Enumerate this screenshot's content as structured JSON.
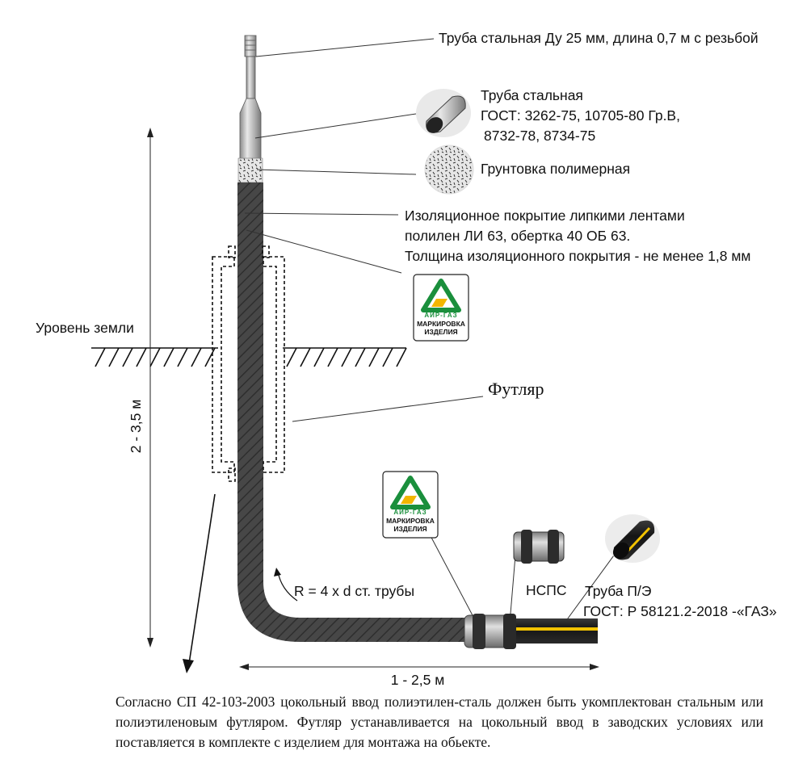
{
  "labels": {
    "thread_pipe": "Труба стальная Ду 25 мм, длина 0,7 м с резьбой",
    "steel_pipe": [
      "Труба стальная",
      "ГОСТ: 3262-75, 10705-80 Гр.В,",
      "8732-78, 8734-75"
    ],
    "primer": "Грунтовка полимерная",
    "insulation": [
      "Изоляционное покрытие липкими лентами",
      "полилен ЛИ 63, обертка 40 ОБ 63.",
      "Толщина изоляционного покрытия - не менее 1,8 мм"
    ],
    "ground_level": "Уровень земли",
    "casing": "Футляр",
    "depth": "2 - 3,5 м",
    "radius": "R = 4 x d ст. трубы",
    "connection": "НСПС",
    "pe_pipe": [
      "Труба П/Э",
      "ГОСТ: Р 58121.2-2018 -«ГАЗ»"
    ],
    "length": "1 - 2,5 м"
  },
  "badges": [
    {
      "brand": "АИР-ГАЗ",
      "caption": [
        "МАРКИРОВКА",
        "ИЗДЕЛИЯ"
      ]
    },
    {
      "brand": "АИР-ГАЗ",
      "caption": [
        "МАРКИРОВКА",
        "ИЗДЕЛИЯ"
      ]
    }
  ],
  "note": "Согласно СП 42-103-2003 цокольный ввод полиэтилен-сталь должен быть укомплектован стальным или полиэтиленовым футляром. Футляр устанавливается на цокольный ввод в заводских условиях или поставляется в комплекте с изделием для монтажа на обьекте.",
  "colors": {
    "insulated_pipe": "#474747",
    "hatch": "#333333",
    "steel": "#b5b5b5",
    "pe_pipe": "#1c1c1c",
    "pe_stripe": "#f2c200",
    "brand_green": "#1a8f3c",
    "brand_yellow": "#f2b600",
    "ink": "#111111"
  }
}
